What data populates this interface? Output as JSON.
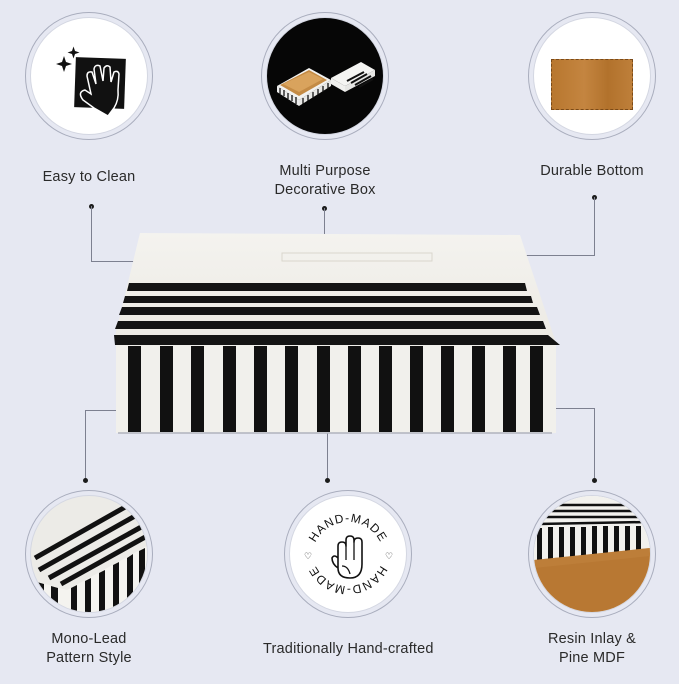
{
  "page": {
    "background": "#e6e8f2"
  },
  "features": {
    "top": [
      {
        "label": "Easy to Clean",
        "icon": "cleaning-cloth-hand-icon"
      },
      {
        "label_line1": "Multi Purpose",
        "label_line2": "Decorative Box",
        "icon": "open-box-photo"
      },
      {
        "label": "Durable Bottom",
        "icon": "pine-wood-bottom-photo"
      }
    ],
    "bottom": [
      {
        "label_line1": "Mono-Lead",
        "label_line2": "Pattern Style",
        "icon": "stripe-corner-closeup-photo"
      },
      {
        "label": "Traditionally Hand-crafted",
        "icon": "hand-made-stamp-icon",
        "stamp_text": "HAND-MADE"
      },
      {
        "label_line1": "Resin Inlay &",
        "label_line2": "Pine MDF",
        "icon": "resin-pine-closeup-photo"
      }
    ]
  },
  "product": {
    "name": "black and white striped decorative box",
    "colors": {
      "white": "#f1f0ec",
      "black": "#111111",
      "wood": "#b97a35"
    }
  }
}
